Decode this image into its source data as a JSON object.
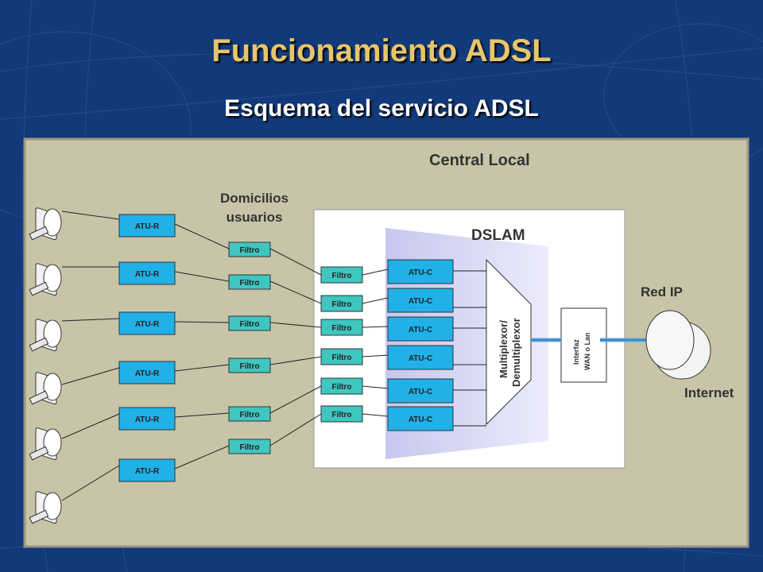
{
  "title": "Funcionamiento ADSL",
  "subtitle": "Esquema del servicio ADSL",
  "diagram": {
    "central_label": "Central  Local",
    "domicilios_label_line1": "Domicilios",
    "domicilios_label_line2": "usuarios",
    "dslam_label": "DSLAM",
    "red_ip_label": "Red IP",
    "internet_label": "Internet",
    "mux_label_line1": "Multiplexor/",
    "mux_label_line2": "Demultiplexor",
    "interfaz_line1": "Interfaz",
    "interfaz_line2": "WAN o Lan",
    "atur_label": "ATU-R",
    "atuc_label": "ATU-C",
    "filtro_label": "Filtro",
    "colors": {
      "background": "#123a7a",
      "panel": "#c8c4a8",
      "box_fill": "#1fb1e8",
      "filter_fill": "#3fc6c0",
      "title": "#e7c56a"
    }
  }
}
